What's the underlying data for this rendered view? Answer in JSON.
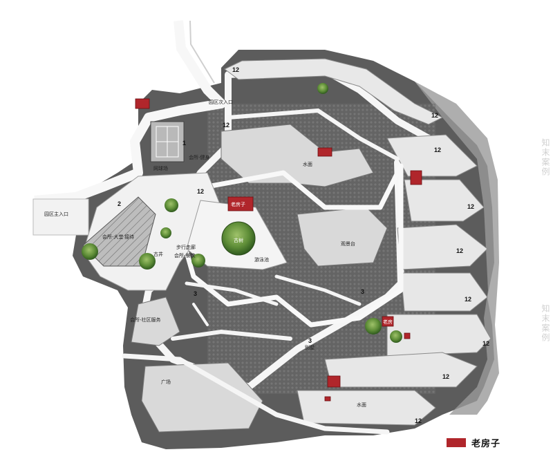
{
  "colors": {
    "background": "#ffffff",
    "site_dark": "#5a5a5a",
    "building_light": "#e6e6e6",
    "road": "#f7f7f7",
    "court_grey": "#b7b7b7",
    "tree_green": "#4f7f32",
    "old_house_red": "#b0262b"
  },
  "legend": {
    "old_house_label": "老房子"
  },
  "watermark": {
    "text": "知末案例"
  },
  "labels": {
    "secondary_entrance": "园区次入口",
    "main_entrance": "园区主入口",
    "tennis_court": "网球场",
    "club_fitness": "会所-健身",
    "water_top": "水面",
    "old_house_mid": "老房子",
    "old_tree": "古树",
    "pool": "游泳池",
    "walk_corridor": "步行走廊",
    "club_dining": "会所-餐饮",
    "club_lobby": "会所-大堂",
    "club_reception": "接待",
    "old_well": "古井",
    "club_community": "会所-社区服务",
    "landscape": "观景台",
    "water_bottom": "水面",
    "villa": "别墅",
    "plaza": "广场",
    "old_house_right": "老房",
    "n12_a": "12",
    "n12_b": "12",
    "n12_c": "12",
    "n12_d": "12",
    "n12_e": "12",
    "n12_f": "12",
    "n12_g": "12",
    "n12_h": "12",
    "n12_i": "12",
    "n12_j": "12",
    "n12_k": "12",
    "n3_a": "3",
    "n3_b": "3",
    "n3_c": "3",
    "n2": "2",
    "n1": "1"
  }
}
